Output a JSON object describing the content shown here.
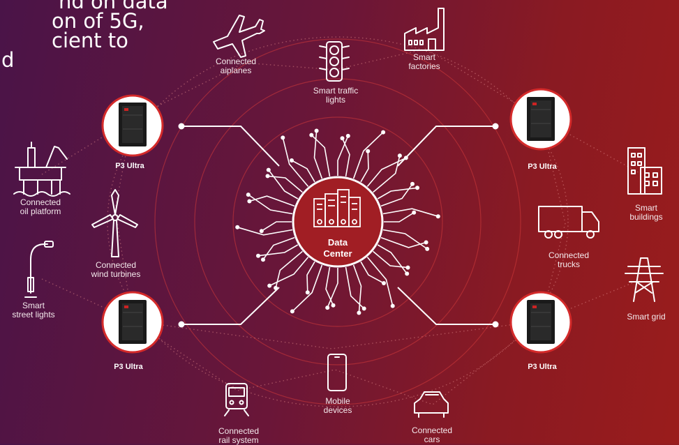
{
  "heading": {
    "line1": "nd on data",
    "line2": "on of 5G,",
    "line3": "cient to",
    "line4": "d"
  },
  "center": {
    "line1": "Data",
    "line2": "Center"
  },
  "servers": [
    {
      "label": "P3 Ultra"
    },
    {
      "label": "P3 Ultra"
    },
    {
      "label": "P3 Ultra"
    },
    {
      "label": "P3 Ultra"
    }
  ],
  "nodes": {
    "airplanes": [
      "Connected",
      "aiplanes"
    ],
    "traffic": [
      "Smart traffic",
      "lights"
    ],
    "factories": [
      "Smart",
      "factories"
    ],
    "oil": [
      "Connected",
      "oil platform"
    ],
    "wind": [
      "Connected",
      "wind turbines"
    ],
    "street": [
      "Smart",
      "street lights"
    ],
    "buildings": [
      "Smart",
      "buildings"
    ],
    "trucks": [
      "Connected",
      "trucks"
    ],
    "grid": [
      "Smart grid"
    ],
    "mobile": [
      "Mobile",
      "devices"
    ],
    "rail": [
      "Connected",
      "rail system"
    ],
    "cars": [
      "Connected",
      "cars"
    ]
  },
  "colors": {
    "accent": "#d42a2a",
    "ring": "#d23a3a",
    "line": "#ffffff"
  },
  "icons": [
    "airplane-icon",
    "traffic-light-icon",
    "factory-icon",
    "oil-platform-icon",
    "wind-turbine-icon",
    "street-light-icon",
    "building-icon",
    "truck-icon",
    "power-tower-icon",
    "smartphone-icon",
    "train-icon",
    "car-icon",
    "data-center-icon",
    "server-tower-icon"
  ]
}
